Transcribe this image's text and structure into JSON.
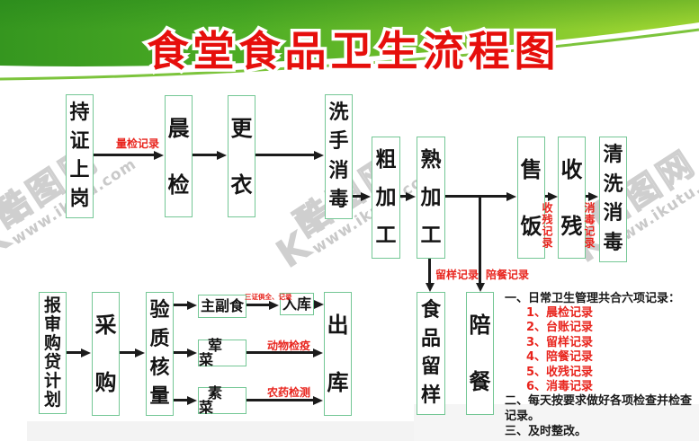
{
  "title": "食堂食品卫生流程图",
  "nodes": {
    "hold_certificate": "持证上岗",
    "morning_check": "晨检",
    "change_clothes": "更衣",
    "wash_disinfect": "洗手消毒",
    "rough_processing": "粗加工",
    "cooked_processing": "熟加工",
    "meal_sale": "售饭",
    "leftover_collection": "收残",
    "cleaning_disinfection": "清洗消毒",
    "food_sample": "食品留样",
    "accompany_dining": "陪餐",
    "purchase_plan": "报审购贷计划",
    "procurement": "采购",
    "quality_check": "验质核量",
    "staple_food": "主副食",
    "storage_in": "入库",
    "meat_dish": "荤菜",
    "vegetable_dish": "素菜",
    "storage_out": "出库"
  },
  "edge_labels": {
    "measure_record": "量检记录",
    "leftover_record": "收残记录",
    "disinfect_record": "消毒记录",
    "sample_record": "留样记录",
    "dining_record": "陪餐记录",
    "three_certs": "三证俱全、记录",
    "animal_quarantine": "动物检疫",
    "pesticide_test": "农药检测"
  },
  "notes": {
    "heading": "一、日常卫生管理共合六项记录：",
    "items": [
      "1、晨检记录",
      "2、台账记录",
      "3、留样记录",
      "4、陪餐记录",
      "5、收残记录",
      "6、消毒记录"
    ],
    "line2": "二、每天按要求做好各项检查并检查记录。",
    "line3": "三、及时整改。"
  },
  "watermark": {
    "logo": "K",
    "name": "酷图网",
    "url": "www.ikutu.com"
  },
  "colors": {
    "header_green_dark": "#35961f",
    "header_green_mid": "#4dad25",
    "header_green_bright": "#7cc42c",
    "header_green_light": "#a5da33",
    "curve_line_green": "#7cc43c",
    "box_border_green": "#74c795",
    "title_red": "#e60f0c",
    "label_red": "#e8241d",
    "arrow_black": "#1b1b1b"
  }
}
